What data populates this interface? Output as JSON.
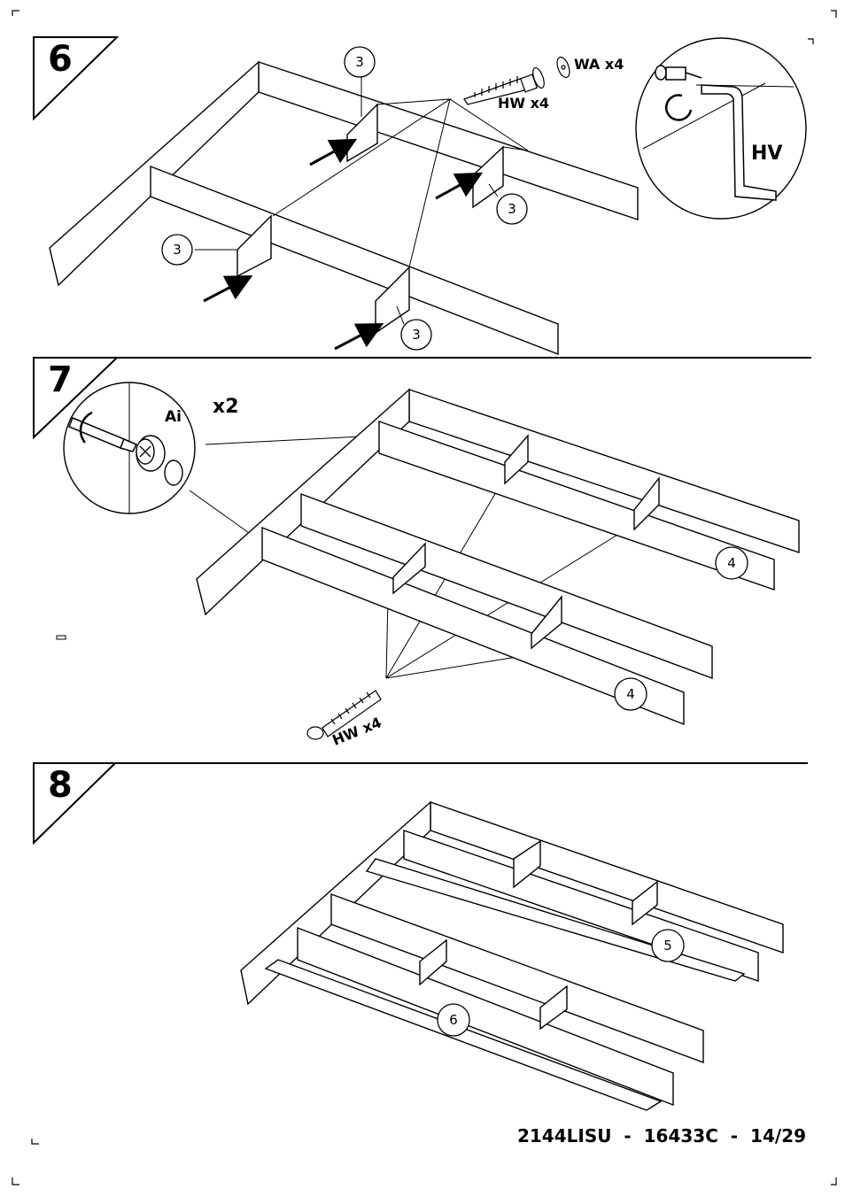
{
  "steps": [
    {
      "number": "6",
      "part_labels": [
        "3",
        "3",
        "3",
        "3"
      ],
      "hardware": [
        "WA x4",
        "HW x4"
      ],
      "tool_label": "HV"
    },
    {
      "number": "7",
      "part_labels": [
        "4",
        "4"
      ],
      "hardware": [
        "HW x4"
      ],
      "inset_label": "Ai",
      "inset_qty": "x2"
    },
    {
      "number": "8",
      "part_labels": [
        "5",
        "6"
      ]
    }
  ],
  "footer": {
    "text": "2144LISU  -  16433C  -  14/29"
  }
}
